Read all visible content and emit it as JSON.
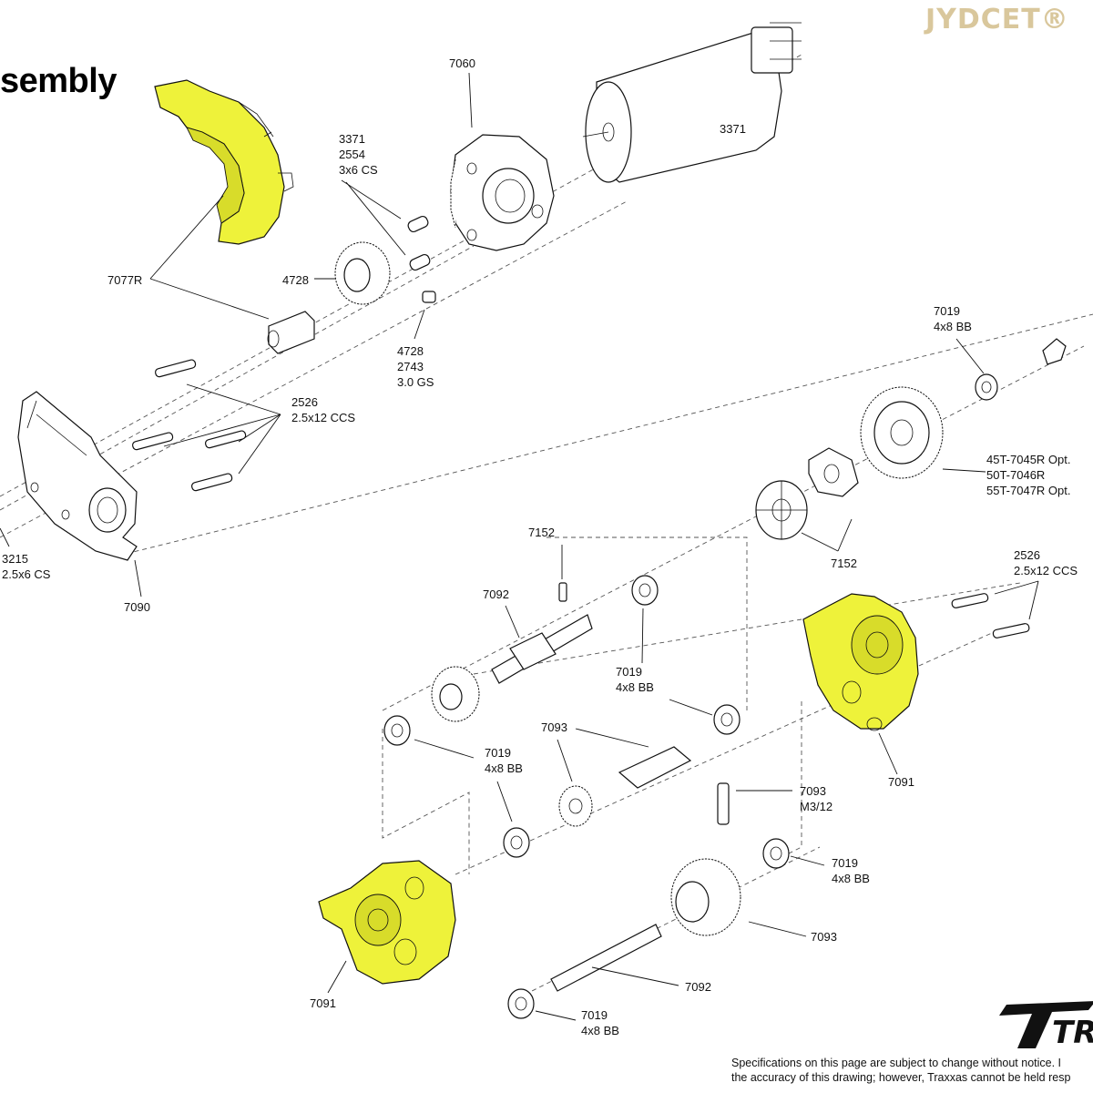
{
  "title": "sembly",
  "watermark": "JYDCET®",
  "colors": {
    "highlight": "#eef23a",
    "line": "#1a1a1a",
    "part_fill": "#ffffff"
  },
  "labels": {
    "l7060": [
      "7060"
    ],
    "l3371_motor": [
      "3371"
    ],
    "l3371_screws": [
      "3371",
      "2554",
      "3x6 CS"
    ],
    "l7077r": [
      "7077R"
    ],
    "l4728_pinion": [
      "4728"
    ],
    "l4728_setscrew": [
      "4728",
      "2743",
      "3.0 GS"
    ],
    "l7019_top": [
      "7019",
      "4x8 BB"
    ],
    "l2526_left": [
      "2526",
      "2.5x12 CCS"
    ],
    "l7152_top": [
      "7152"
    ],
    "l7152_mid": [
      "7152"
    ],
    "l_spur_options": [
      "45T-7045R Opt.",
      "50T-7046R",
      "55T-7047R Opt."
    ],
    "l3215": [
      "3215",
      "2.5x6 CS"
    ],
    "l7090": [
      "7090"
    ],
    "l2526_right": [
      "2526",
      "2.5x12 CCS"
    ],
    "l7092_top": [
      "7092"
    ],
    "l7019_mid": [
      "7019",
      "4x8 BB"
    ],
    "l7093_shaft": [
      "7093"
    ],
    "l7019_left": [
      "7019",
      "4x8 BB"
    ],
    "l7091_right": [
      "7091"
    ],
    "l7093_pin": [
      "7093",
      "M3/12"
    ],
    "l7019_right": [
      "7019",
      "4x8 BB"
    ],
    "l7093_gear": [
      "7093"
    ],
    "l7092_bottom": [
      "7092"
    ],
    "l7091_left": [
      "7091"
    ],
    "l7019_bottom": [
      "7019",
      "4x8 BB"
    ]
  },
  "footer": {
    "line1": "Specifications on this page are subject to change without notice. I",
    "line2": "the accuracy of this drawing; however, Traxxas cannot be held resp"
  },
  "logo_text": "TRA"
}
